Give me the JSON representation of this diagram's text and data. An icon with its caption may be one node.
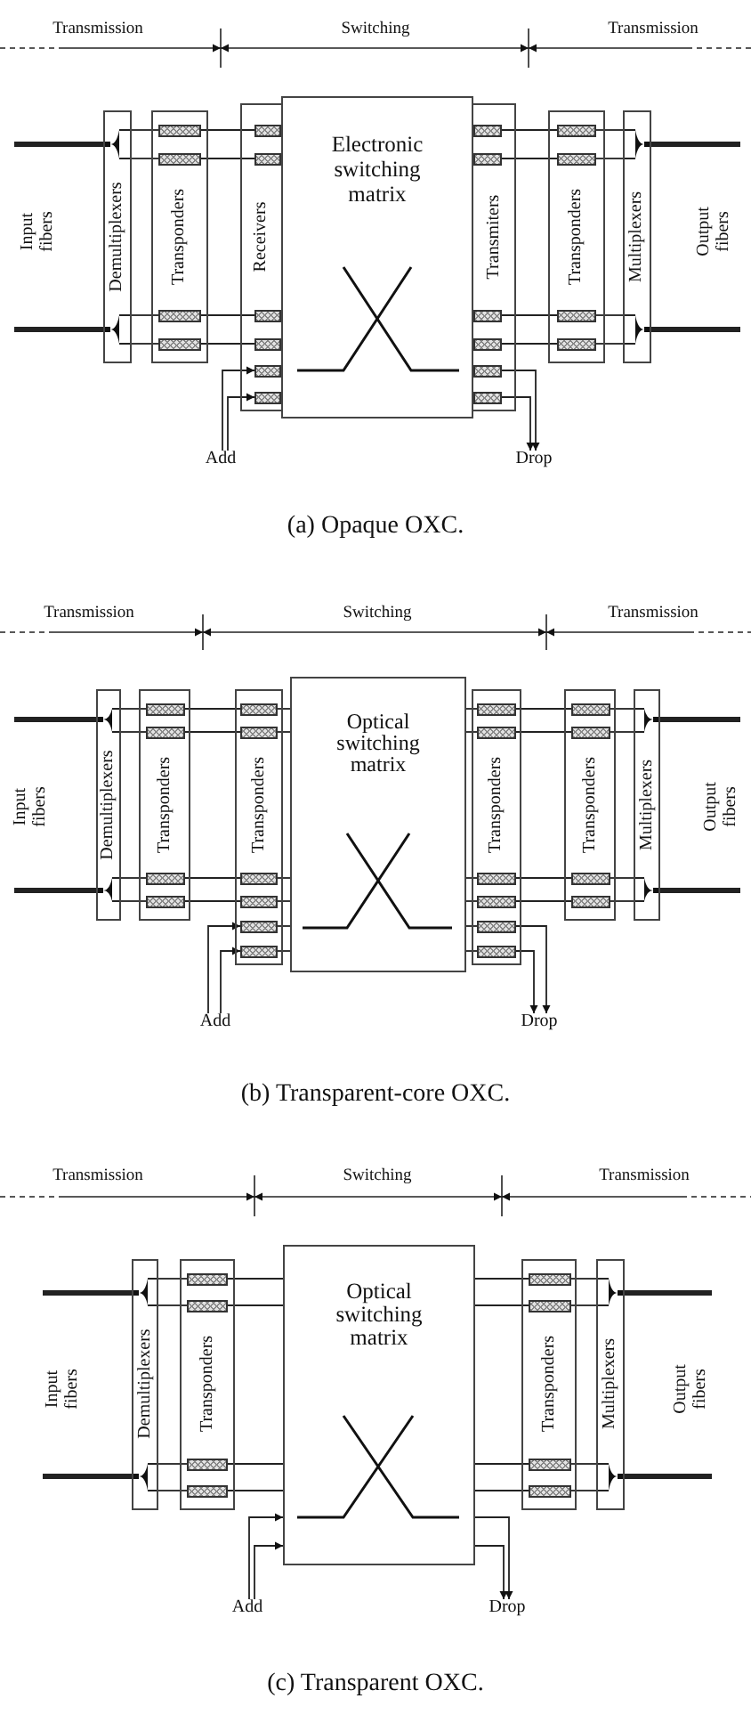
{
  "diagram": {
    "nodes": [
      {
        "text": [
          "Demultiplexers"
        ]
      },
      {
        "text": [
          "Transponders"
        ]
      },
      {
        "text": [],
        "shape": "box",
        "in": 1
      },
      {
        "text": [],
        "shape": "box",
        "in": 1
      },
      {
        "text": [],
        "shape": "box",
        "in": 1
      },
      {
        "text": [],
        "shape": "box",
        "in": 1
      },
      {
        "text": [
          "Receivers"
        ]
      },
      {
        "text": [],
        "shape": "box",
        "in": 6
      },
      {
        "text": [],
        "shape": "box",
        "in": 6
      },
      {
        "text": [],
        "shape": "box",
        "in": 6
      },
      {
        "text": [],
        "shape": "box",
        "in": 6
      },
      {
        "text": [],
        "shape": "box",
        "in": 6
      },
      {
        "text": [],
        "shape": "box",
        "in": 6
      },
      {
        "text": [
          "Electronic switching matrix"
        ]
      },
      {
        "text": [
          "Transmiters"
        ]
      },
      {
        "text": [],
        "shape": "box",
        "in": 14
      },
      {
        "text": [],
        "shape": "box",
        "in": 14
      },
      {
        "text": [],
        "shape": "box",
        "in": 14
      },
      {
        "text": [],
        "shape": "box",
        "in": 14
      },
      {
        "text": [],
        "shape": "box",
        "in": 14
      },
      {
        "text": [],
        "shape": "box",
        "in": 14
      },
      {
        "text": [
          "Transponders"
        ]
      },
      {
        "text": [],
        "shape": "box",
        "in": 21
      },
      {
        "text": [],
        "shape": "box",
        "in": 21
      },
      {
        "text": [],
        "shape": "box",
        "in": 21
      },
      {
        "text": [],
        "shape": "box",
        "in": 21
      },
      {
        "text": [
          "Multiplexers"
        ]
      },
      {
        "text": [
          "Add"
        ]
      },
      {
        "text": [
          "Drop"
        ]
      },
      {
        "text": [
          "Demultiplexers"
        ]
      },
      {
        "text": [
          "Transponders"
        ]
      },
      {
        "text": [],
        "shape": "box",
        "in": 30
      },
      {
        "text": [],
        "shape": "box",
        "in": 30
      },
      {
        "text": [],
        "shape": "box",
        "in": 30
      },
      {
        "text": [],
        "shape": "box",
        "in": 30
      },
      {
        "text": [
          "Transponders"
        ]
      },
      {
        "text": [],
        "shape": "box",
        "in": 35
      },
      {
        "text": [],
        "shape": "box",
        "in": 35
      },
      {
        "text": [],
        "shape": "box",
        "in": 35
      },
      {
        "text": [],
        "shape": "box",
        "in": 35
      },
      {
        "text": [],
        "shape": "box",
        "in": 35
      },
      {
        "text": [],
        "shape": "box",
        "in": 35
      },
      {
        "text": [
          "Optical switching matrix"
        ]
      },
      {
        "text": [
          "Transponders"
        ]
      },
      {
        "text": [],
        "shape": "box",
        "in": 43
      },
      {
        "text": [],
        "shape": "box",
        "in": 43
      },
      {
        "text": [],
        "shape": "box",
        "in": 43
      },
      {
        "text": [],
        "shape": "box",
        "in": 43
      },
      {
        "text": [],
        "shape": "box",
        "in": 43
      },
      {
        "text": [],
        "shape": "box",
        "in": 43
      },
      {
        "text": [
          "Transponders"
        ]
      },
      {
        "text": [],
        "shape": "box",
        "in": 50
      },
      {
        "text": [],
        "shape": "box",
        "in": 50
      },
      {
        "text": [],
        "shape": "box",
        "in": 50
      },
      {
        "text": [],
        "shape": "box",
        "in": 50
      },
      {
        "text": [
          "Multiplexers"
        ]
      },
      {
        "text": [
          "Add"
        ]
      },
      {
        "text": [
          "Drop"
        ]
      },
      {
        "text": [
          "Demultiplexers"
        ]
      },
      {
        "text": [
          "Transponders"
        ]
      },
      {
        "text": [],
        "shape": "box",
        "in": 59
      },
      {
        "text": [],
        "shape": "box",
        "in": 59
      },
      {
        "text": [],
        "shape": "box",
        "in": 59
      },
      {
        "text": [],
        "shape": "box",
        "in": 59
      },
      {
        "text": [
          "Optical switching matrix"
        ]
      },
      {
        "text": [
          "Transponders"
        ]
      },
      {
        "text": [],
        "shape": "box",
        "in": 65
      },
      {
        "text": [],
        "shape": "box",
        "in": 65
      },
      {
        "text": [],
        "shape": "box",
        "in": 65
      },
      {
        "text": [],
        "shape": "box",
        "in": 65
      },
      {
        "text": [
          "Multiplexers"
        ]
      },
      {
        "text": [
          "Add"
        ]
      },
      {
        "text": [
          "Drop"
        ]
      }
    ],
    "edges": [
      {
        "from": null,
        "to": 0,
        "arrow": "other",
        "style": "thick"
      },
      {
        "from": null,
        "to": 0,
        "arrow": "other",
        "style": "thick"
      },
      {
        "from": 0,
        "to": 2,
        "arrow": "none"
      },
      {
        "from": 0,
        "to": 3,
        "arrow": "none"
      },
      {
        "from": 0,
        "to": 4,
        "arrow": "none"
      },
      {
        "from": 0,
        "to": 5,
        "arrow": "none"
      },
      {
        "from": 2,
        "to": 7,
        "arrow": "none"
      },
      {
        "from": 3,
        "to": 8,
        "arrow": "none"
      },
      {
        "from": 4,
        "to": 9,
        "arrow": "none"
      },
      {
        "from": 5,
        "to": 10,
        "arrow": "none"
      },
      {
        "from": 27,
        "to": 11,
        "arrow": "to"
      },
      {
        "from": 27,
        "to": 12,
        "arrow": "to"
      },
      {
        "from": 15,
        "to": 22,
        "arrow": "none"
      },
      {
        "from": 16,
        "to": 23,
        "arrow": "none"
      },
      {
        "from": 17,
        "to": 24,
        "arrow": "none"
      },
      {
        "from": 18,
        "to": 25,
        "arrow": "none"
      },
      {
        "from": 22,
        "to": 26,
        "arrow": "none"
      },
      {
        "from": 23,
        "to": 26,
        "arrow": "none"
      },
      {
        "from": 24,
        "to": 26,
        "arrow": "none"
      },
      {
        "from": 25,
        "to": 26,
        "arrow": "none"
      },
      {
        "from": 19,
        "to": 28,
        "arrow": "to"
      },
      {
        "from": 20,
        "to": 28,
        "arrow": "to"
      },
      {
        "from": 26,
        "to": null,
        "arrow": "other",
        "style": "thick"
      },
      {
        "from": 26,
        "to": null,
        "arrow": "other",
        "style": "thick"
      },
      {
        "from": null,
        "to": 29,
        "arrow": "other",
        "style": "thick"
      },
      {
        "from": null,
        "to": 29,
        "arrow": "other",
        "style": "thick"
      },
      {
        "from": 29,
        "to": 31,
        "arrow": "none"
      },
      {
        "from": 29,
        "to": 32,
        "arrow": "none"
      },
      {
        "from": 29,
        "to": 33,
        "arrow": "none"
      },
      {
        "from": 29,
        "to": 34,
        "arrow": "none"
      },
      {
        "from": 31,
        "to": 36,
        "arrow": "none"
      },
      {
        "from": 32,
        "to": 37,
        "arrow": "none"
      },
      {
        "from": 33,
        "to": 38,
        "arrow": "none"
      },
      {
        "from": 34,
        "to": 39,
        "arrow": "none"
      },
      {
        "from": 36,
        "to": 42,
        "arrow": "none"
      },
      {
        "from": 37,
        "to": 42,
        "arrow": "none"
      },
      {
        "from": 38,
        "to": 42,
        "arrow": "none"
      },
      {
        "from": 39,
        "to": 42,
        "arrow": "none"
      },
      {
        "from": 40,
        "to": 42,
        "arrow": "none"
      },
      {
        "from": 41,
        "to": 42,
        "arrow": "none"
      },
      {
        "from": 56,
        "to": 40,
        "arrow": "to"
      },
      {
        "from": 56,
        "to": 41,
        "arrow": "to"
      },
      {
        "from": 42,
        "to": 44,
        "arrow": "none"
      },
      {
        "from": 42,
        "to": 45,
        "arrow": "none"
      },
      {
        "from": 42,
        "to": 46,
        "arrow": "none"
      },
      {
        "from": 42,
        "to": 47,
        "arrow": "none"
      },
      {
        "from": 42,
        "to": 48,
        "arrow": "none"
      },
      {
        "from": 42,
        "to": 49,
        "arrow": "none"
      },
      {
        "from": 44,
        "to": 51,
        "arrow": "none"
      },
      {
        "from": 45,
        "to": 52,
        "arrow": "none"
      },
      {
        "from": 46,
        "to": 53,
        "arrow": "none"
      },
      {
        "from": 47,
        "to": 54,
        "arrow": "none"
      },
      {
        "from": 51,
        "to": 55,
        "arrow": "none"
      },
      {
        "from": 52,
        "to": 55,
        "arrow": "none"
      },
      {
        "from": 53,
        "to": 55,
        "arrow": "none"
      },
      {
        "from": 54,
        "to": 55,
        "arrow": "none"
      },
      {
        "from": 48,
        "to": 57,
        "arrow": "to"
      },
      {
        "from": 49,
        "to": 57,
        "arrow": "to"
      },
      {
        "from": 55,
        "to": null,
        "arrow": "other",
        "style": "thick"
      },
      {
        "from": 55,
        "to": null,
        "arrow": "other",
        "style": "thick"
      },
      {
        "from": null,
        "to": 58,
        "arrow": "other",
        "style": "thick"
      },
      {
        "from": null,
        "to": 58,
        "arrow": "other",
        "style": "thick"
      },
      {
        "from": 58,
        "to": 60,
        "arrow": "none"
      },
      {
        "from": 58,
        "to": 61,
        "arrow": "none"
      },
      {
        "from": 58,
        "to": 62,
        "arrow": "none"
      },
      {
        "from": 58,
        "to": 63,
        "arrow": "none"
      },
      {
        "from": 60,
        "to": 64,
        "arrow": "none"
      },
      {
        "from": 61,
        "to": 64,
        "arrow": "none"
      },
      {
        "from": 62,
        "to": 64,
        "arrow": "none"
      },
      {
        "from": 63,
        "to": 64,
        "arrow": "none"
      },
      {
        "from": 71,
        "to": 64,
        "arrow": "to"
      },
      {
        "from": 71,
        "to": 64,
        "arrow": "to"
      },
      {
        "from": 64,
        "to": 66,
        "arrow": "none"
      },
      {
        "from": 64,
        "to": 67,
        "arrow": "none"
      },
      {
        "from": 64,
        "to": 68,
        "arrow": "none"
      },
      {
        "from": 64,
        "to": 69,
        "arrow": "none"
      },
      {
        "from": 66,
        "to": 70,
        "arrow": "none"
      },
      {
        "from": 67,
        "to": 70,
        "arrow": "none"
      },
      {
        "from": 68,
        "to": 70,
        "arrow": "none"
      },
      {
        "from": 69,
        "to": 70,
        "arrow": "none"
      },
      {
        "from": 64,
        "to": 72,
        "arrow": "to"
      },
      {
        "from": 64,
        "to": 72,
        "arrow": "to"
      },
      {
        "from": 70,
        "to": null,
        "arrow": "other",
        "style": "thick"
      },
      {
        "from": 70,
        "to": null,
        "arrow": "other",
        "style": "thick"
      }
    ],
    "labels": [
      "Transmission",
      "Switching",
      "Transmission",
      "Input fibers",
      "Output fibers",
      "(a) Opaque OXC.",
      "Transmission",
      "Switching",
      "Transmission",
      "Input fibers",
      "Output fibers",
      "(b) Transparent-core OXC.",
      "Transmission",
      "Switching",
      "Transmission",
      "Input fibers",
      "Output fibers",
      "(c) Transparent OXC."
    ]
  }
}
